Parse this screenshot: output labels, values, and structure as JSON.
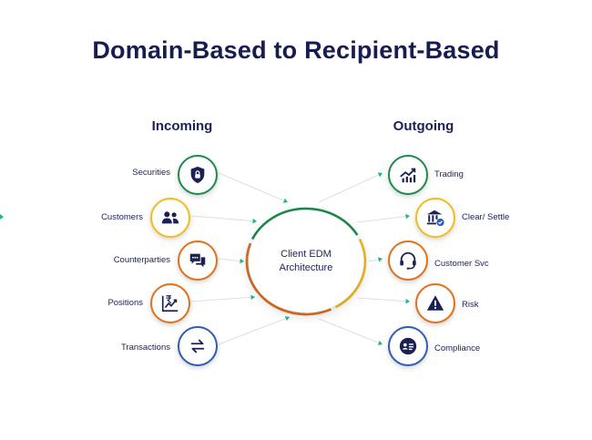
{
  "title": "Domain-Based to Recipient-Based",
  "incoming_heading": "Incoming",
  "outgoing_heading": "Outgoing",
  "hub": {
    "line1": "Client EDM",
    "line2": "Architecture"
  },
  "incoming": [
    {
      "label": "Securities",
      "icon": "shield-lock-icon",
      "color": "#1e8a4c"
    },
    {
      "label": "Customers",
      "icon": "users-icon",
      "color": "#f2bd1b"
    },
    {
      "label": "Counterparties",
      "icon": "chat-icon",
      "color": "#e1711b"
    },
    {
      "label": "Positions",
      "icon": "rupee-trend-icon",
      "color": "#e1711b"
    },
    {
      "label": "Transactions",
      "icon": "swap-arrows-icon",
      "color": "#2f5db4"
    }
  ],
  "outgoing": [
    {
      "label": "Trading",
      "icon": "trend-chart-icon",
      "color": "#1e8a4c"
    },
    {
      "label": "Clear/ Settle",
      "icon": "bank-check-icon",
      "color": "#f2bd1b"
    },
    {
      "label": "Customer Svc",
      "icon": "headset-icon",
      "color": "#e1711b"
    },
    {
      "label": "Risk",
      "icon": "warning-icon",
      "color": "#e1711b"
    },
    {
      "label": "Compliance",
      "icon": "id-card-icon",
      "color": "#2f5db4"
    }
  ],
  "colors": {
    "green": "#1e8a4c",
    "yellow": "#f2bd1b",
    "orange": "#e1711b",
    "blue": "#2f5db4",
    "navy": "#1b2253",
    "arrow": "#1fb58a"
  }
}
